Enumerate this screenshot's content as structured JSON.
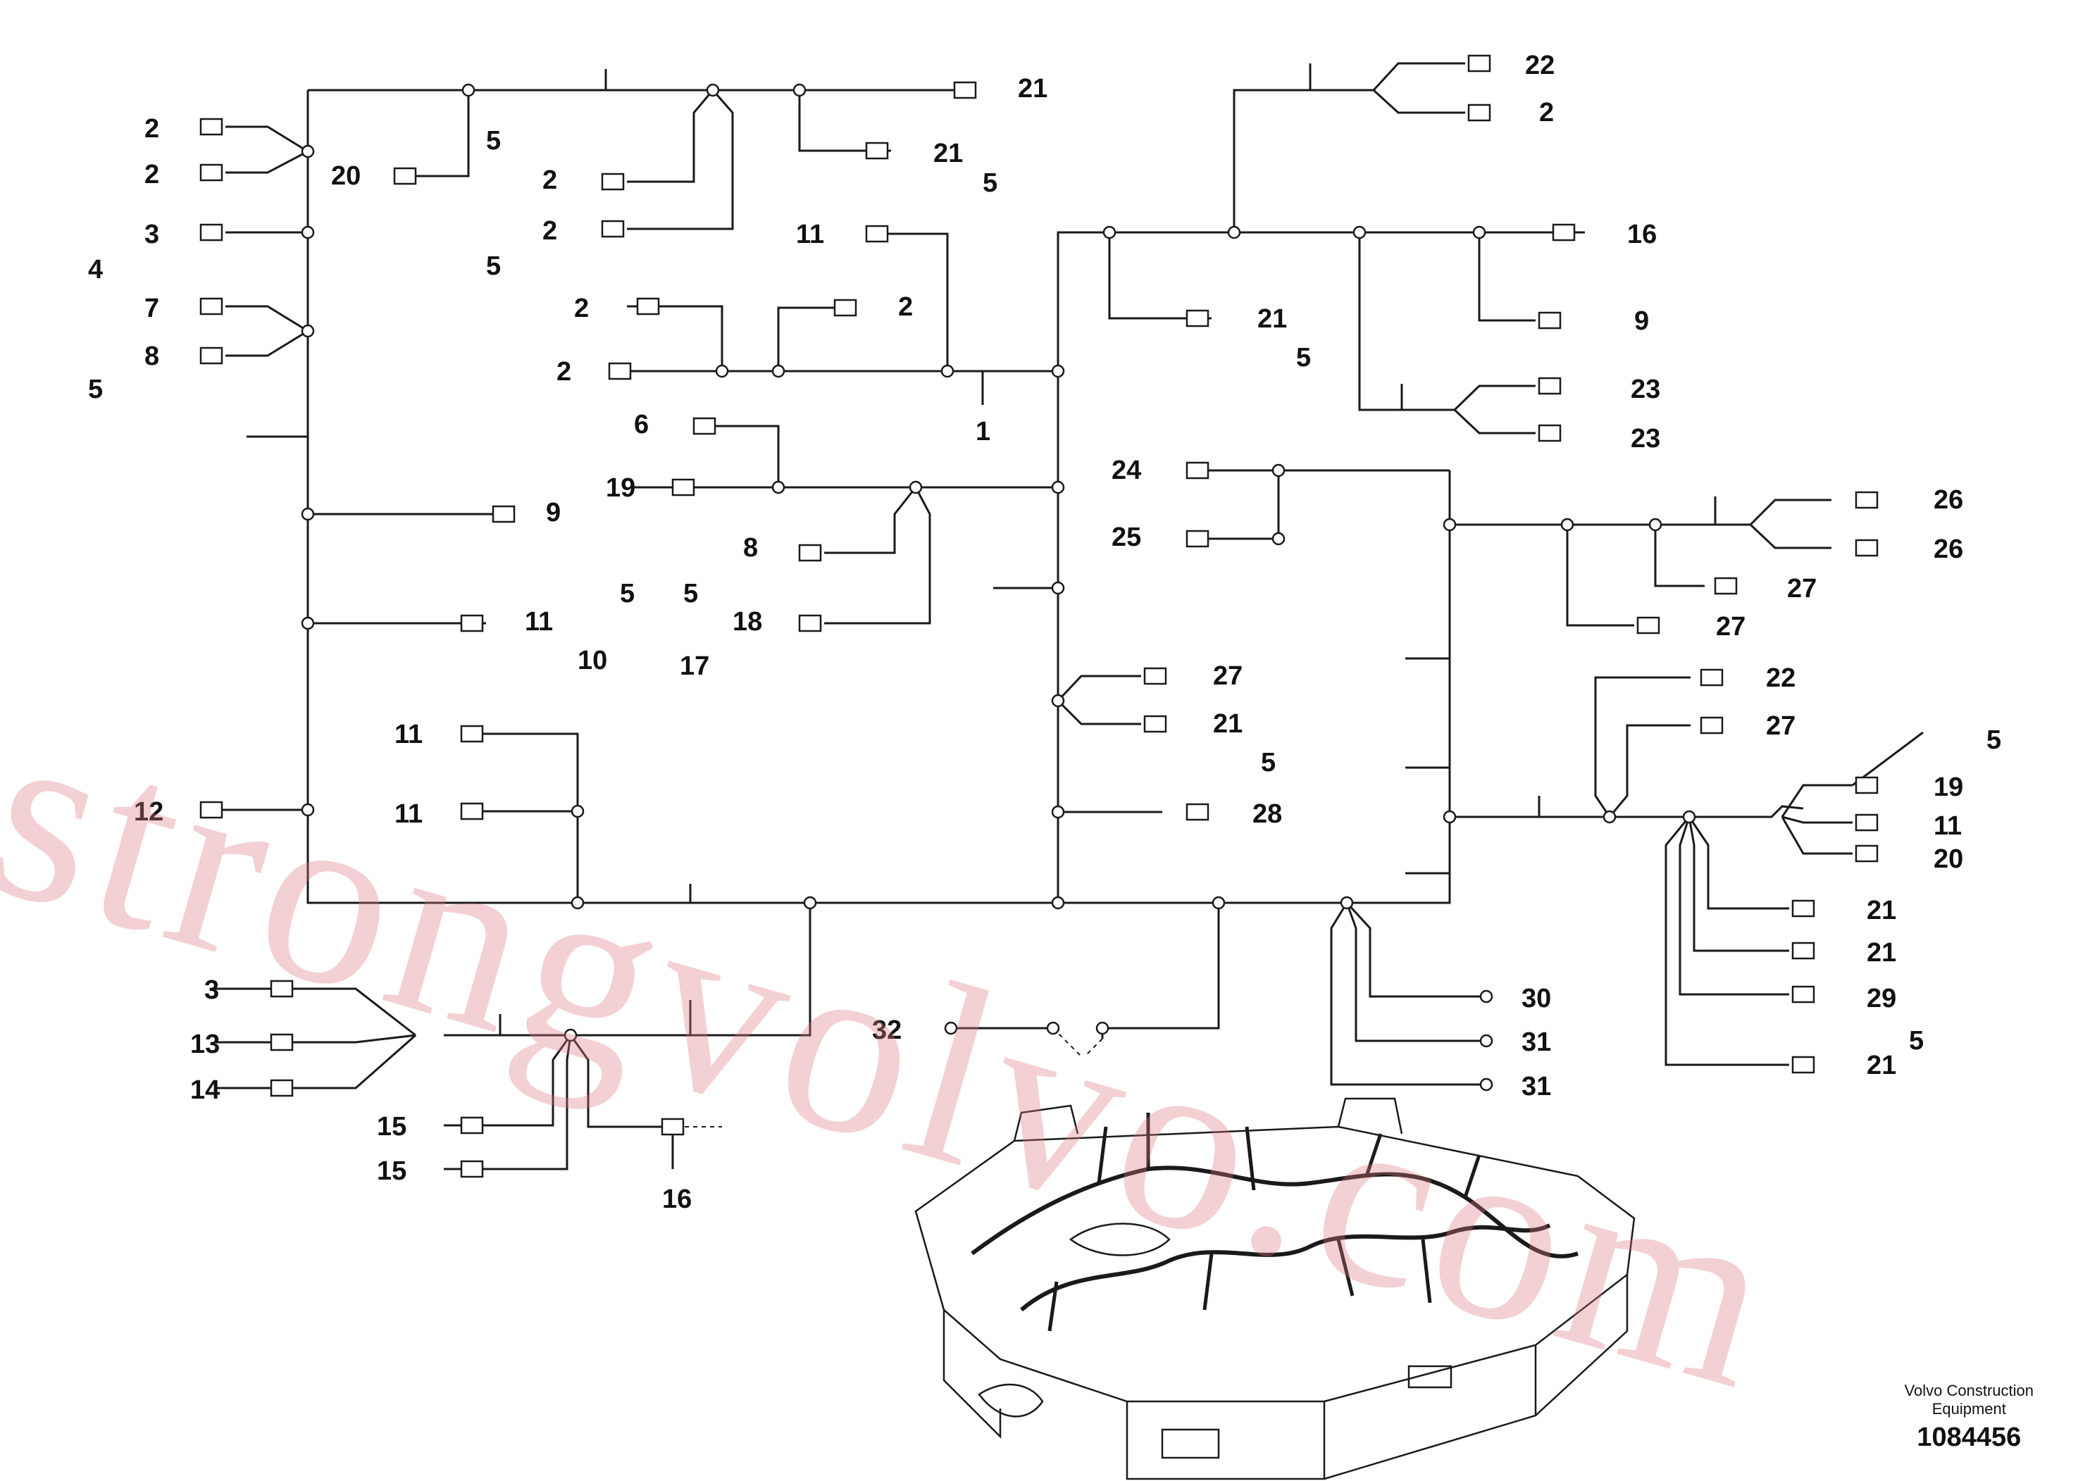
{
  "diagram": {
    "labels": [
      {
        "id": "l1",
        "text": "2"
      },
      {
        "id": "l2",
        "text": "2"
      },
      {
        "id": "l3",
        "text": "3"
      },
      {
        "id": "l4",
        "text": "4"
      },
      {
        "id": "l5",
        "text": "7"
      },
      {
        "id": "l6",
        "text": "8"
      },
      {
        "id": "l7",
        "text": "5"
      },
      {
        "id": "l8",
        "text": "20"
      },
      {
        "id": "l9",
        "text": "5"
      },
      {
        "id": "l10",
        "text": "2"
      },
      {
        "id": "l11",
        "text": "2"
      },
      {
        "id": "l12",
        "text": "5"
      },
      {
        "id": "l13",
        "text": "21"
      },
      {
        "id": "l14",
        "text": "21"
      },
      {
        "id": "l15",
        "text": "5"
      },
      {
        "id": "l16",
        "text": "11"
      },
      {
        "id": "l17",
        "text": "2"
      },
      {
        "id": "l18",
        "text": "2"
      },
      {
        "id": "l19",
        "text": "2"
      },
      {
        "id": "l20",
        "text": "1"
      },
      {
        "id": "l21",
        "text": "6"
      },
      {
        "id": "l22",
        "text": "19"
      },
      {
        "id": "l23",
        "text": "5"
      },
      {
        "id": "l24",
        "text": "8"
      },
      {
        "id": "l25",
        "text": "5"
      },
      {
        "id": "l26",
        "text": "18"
      },
      {
        "id": "l27",
        "text": "17"
      },
      {
        "id": "l28",
        "text": "9"
      },
      {
        "id": "l29",
        "text": "11"
      },
      {
        "id": "l30",
        "text": "10"
      },
      {
        "id": "l31",
        "text": "11"
      },
      {
        "id": "l32",
        "text": "11"
      },
      {
        "id": "l33",
        "text": "12"
      },
      {
        "id": "l34",
        "text": "22"
      },
      {
        "id": "l35",
        "text": "2"
      },
      {
        "id": "l36",
        "text": "16"
      },
      {
        "id": "l37",
        "text": "21"
      },
      {
        "id": "l38",
        "text": "5"
      },
      {
        "id": "l39",
        "text": "9"
      },
      {
        "id": "l40",
        "text": "23"
      },
      {
        "id": "l41",
        "text": "23"
      },
      {
        "id": "l42",
        "text": "24"
      },
      {
        "id": "l43",
        "text": "25"
      },
      {
        "id": "l44",
        "text": "26"
      },
      {
        "id": "l45",
        "text": "26"
      },
      {
        "id": "l46",
        "text": "27"
      },
      {
        "id": "l47",
        "text": "27"
      },
      {
        "id": "l48",
        "text": "27"
      },
      {
        "id": "l49",
        "text": "21"
      },
      {
        "id": "l50",
        "text": "5"
      },
      {
        "id": "l51",
        "text": "28"
      },
      {
        "id": "l52",
        "text": "22"
      },
      {
        "id": "l53",
        "text": "27"
      },
      {
        "id": "l54",
        "text": "5"
      },
      {
        "id": "l55",
        "text": "19"
      },
      {
        "id": "l56",
        "text": "11"
      },
      {
        "id": "l57",
        "text": "20"
      },
      {
        "id": "l58",
        "text": "21"
      },
      {
        "id": "l59",
        "text": "21"
      },
      {
        "id": "l60",
        "text": "29"
      },
      {
        "id": "l61",
        "text": "5"
      },
      {
        "id": "l62",
        "text": "21"
      },
      {
        "id": "l63",
        "text": "30"
      },
      {
        "id": "l64",
        "text": "31"
      },
      {
        "id": "l65",
        "text": "31"
      },
      {
        "id": "l66",
        "text": "32"
      },
      {
        "id": "l67",
        "text": "3"
      },
      {
        "id": "l68",
        "text": "13"
      },
      {
        "id": "l69",
        "text": "14"
      },
      {
        "id": "l70",
        "text": "15"
      },
      {
        "id": "l71",
        "text": "15"
      },
      {
        "id": "l72",
        "text": "16"
      }
    ]
  },
  "watermark": "strongvolvo.com",
  "caption": {
    "line1": "Volvo Construction",
    "line2": "Equipment",
    "part_number": "1084456"
  }
}
